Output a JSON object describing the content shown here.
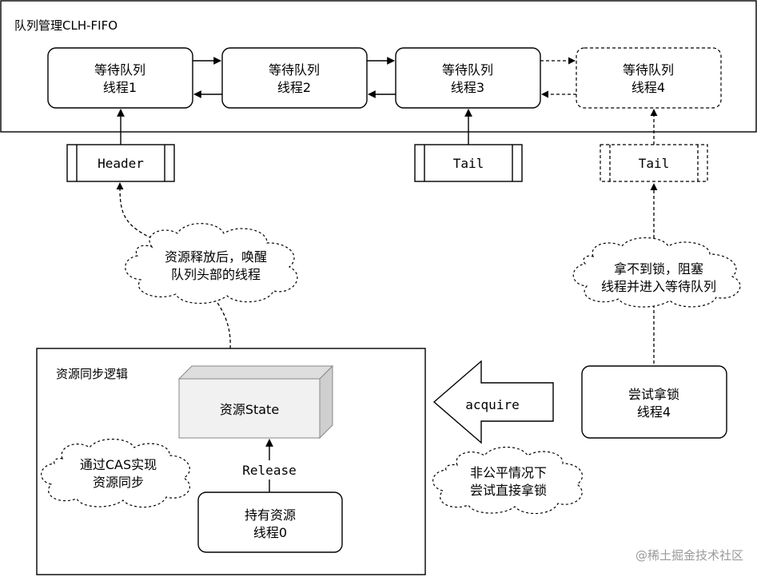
{
  "queue_frame": {
    "title": "队列管理CLH-FIFO"
  },
  "queue_nodes": [
    {
      "line1": "等待队列",
      "line2": "线程1"
    },
    {
      "line1": "等待队列",
      "line2": "线程2"
    },
    {
      "line1": "等待队列",
      "line2": "线程3"
    },
    {
      "line1": "等待队列",
      "line2": "线程4"
    }
  ],
  "pointers": {
    "header": "Header",
    "tail": "Tail",
    "tail_new": "Tail"
  },
  "clouds": {
    "wake": {
      "line1": "资源释放后，唤醒",
      "line2": "队列头部的线程"
    },
    "block": {
      "line1": "拿不到锁，阻塞",
      "line2": "线程并进入等待队列"
    },
    "unfair": {
      "line1": "非公平情况下",
      "line2": "尝试直接拿锁"
    },
    "cas": {
      "line1": "通过CAS实现",
      "line2": "资源同步"
    }
  },
  "sync_frame": {
    "title": "资源同步逻辑"
  },
  "resource": {
    "label": "资源State"
  },
  "release_label": "Release",
  "holder": {
    "line1": "持有资源",
    "line2": "线程0"
  },
  "acquire_label": "acquire",
  "try_lock": {
    "line1": "尝试拿锁",
    "line2": "线程4"
  },
  "watermark": "@稀土掘金技术社区"
}
